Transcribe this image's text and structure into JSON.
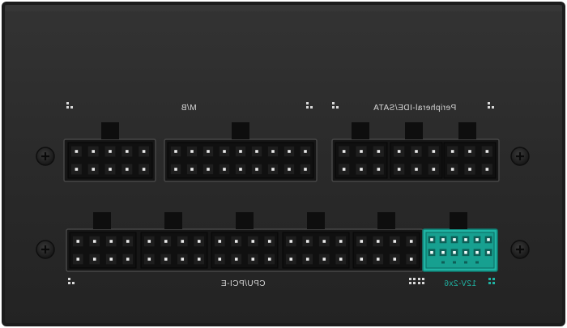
{
  "labels": {
    "mb": "M/B",
    "peripheral": "Peripheral-IDE/SATA",
    "cpu_pcie": "CPU/PCI-E",
    "hpwr": "12V-2x6"
  },
  "colors": {
    "panel": "#2b2b2b",
    "panel_edge": "#151515",
    "label": "#d8d8d8",
    "accent": "#1fb3a3",
    "socket": "#101010",
    "pin": "#e9e9e9"
  },
  "connectors": [
    {
      "group": "mb",
      "pins": 10,
      "cols": 5,
      "rows": 2
    },
    {
      "group": "mb",
      "pins": 18,
      "cols": 9,
      "rows": 2
    },
    {
      "group": "peripheral",
      "pins": 6,
      "cols": 3,
      "rows": 2
    },
    {
      "group": "peripheral",
      "pins": 6,
      "cols": 3,
      "rows": 2
    },
    {
      "group": "peripheral",
      "pins": 6,
      "cols": 3,
      "rows": 2
    },
    {
      "group": "cpu_pcie",
      "pins": 8,
      "cols": 4,
      "rows": 2
    },
    {
      "group": "cpu_pcie",
      "pins": 8,
      "cols": 4,
      "rows": 2
    },
    {
      "group": "cpu_pcie",
      "pins": 8,
      "cols": 4,
      "rows": 2
    },
    {
      "group": "cpu_pcie",
      "pins": 8,
      "cols": 4,
      "rows": 2
    },
    {
      "group": "cpu_pcie",
      "pins": 8,
      "cols": 4,
      "rows": 2
    },
    {
      "group": "hpwr",
      "pins": 12,
      "cols": 6,
      "rows": 2,
      "sense_pins": 4
    }
  ],
  "screws": 4,
  "icons": [
    "connector-pin-icon",
    "screw-icon"
  ]
}
